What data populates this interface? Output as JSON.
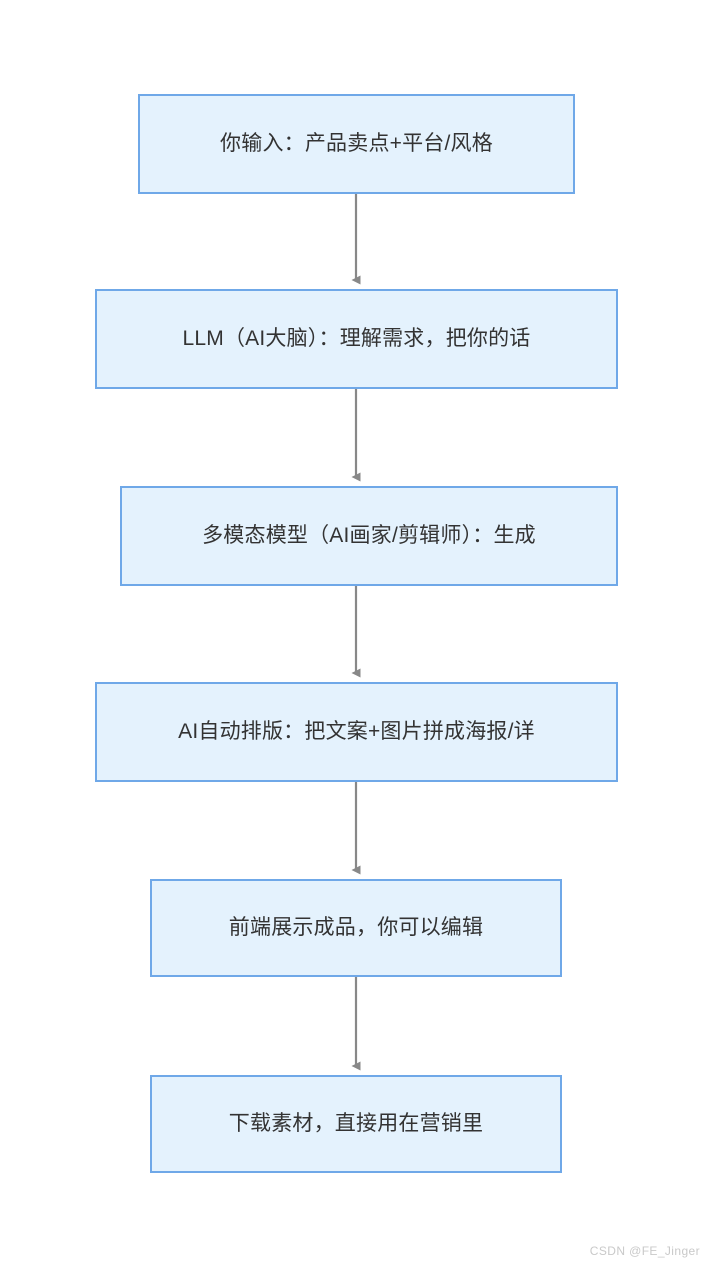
{
  "diagram": {
    "type": "flowchart",
    "direction": "top-to-bottom",
    "colors": {
      "node_fill": "#e4f2fd",
      "node_border": "#6fa8e8",
      "node_text": "#333333",
      "edge": "#888888",
      "background": "#ffffff",
      "watermark_text": "#c9c9c9"
    },
    "nodes": [
      {
        "id": "n1",
        "label": "你输入：产品卖点+平台/风格"
      },
      {
        "id": "n2",
        "label": "LLM（AI大脑）：理解需求，把你的话"
      },
      {
        "id": "n3",
        "label": "多模态模型（AI画家/剪辑师）：生成"
      },
      {
        "id": "n4",
        "label": "AI自动排版：把文案+图片拼成海报/详"
      },
      {
        "id": "n5",
        "label": "前端展示成品，你可以编辑"
      },
      {
        "id": "n6",
        "label": "下载素材，直接用在营销里"
      }
    ],
    "edges": [
      {
        "from": "n1",
        "to": "n2"
      },
      {
        "from": "n2",
        "to": "n3"
      },
      {
        "from": "n3",
        "to": "n4"
      },
      {
        "from": "n4",
        "to": "n5"
      },
      {
        "from": "n5",
        "to": "n6"
      }
    ]
  },
  "watermark": {
    "text": "CSDN @FE_Jinger"
  }
}
